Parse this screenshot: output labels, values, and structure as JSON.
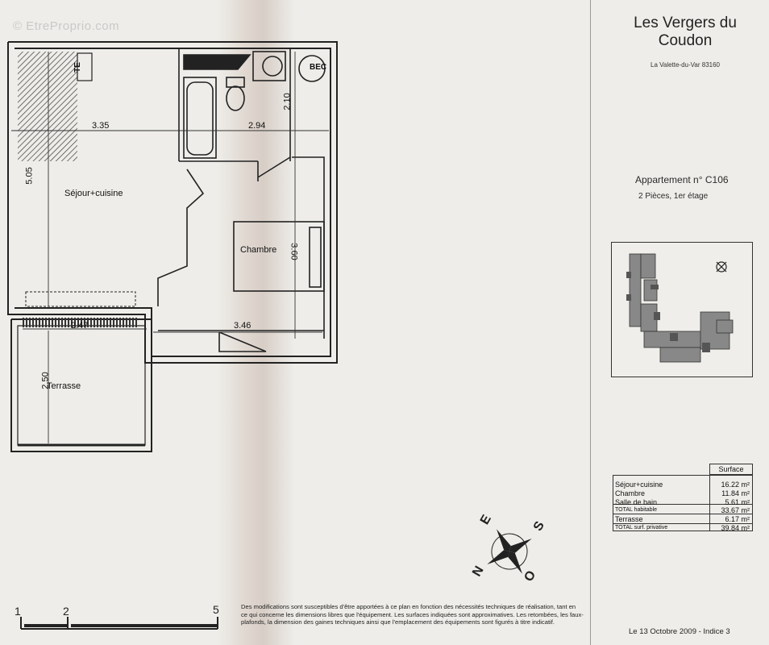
{
  "watermark": "© EtreProprio.com",
  "project": {
    "title_line1": "Les Vergers du",
    "title_line2": "Coudon",
    "address": "La Valette-du-Var 83160"
  },
  "apartment": {
    "label": "Appartement n° C106",
    "subtitle": "2 Pièces, 1er étage"
  },
  "plan": {
    "rooms": {
      "sejour": "Séjour+cuisine",
      "chambre": "Chambre",
      "terrasse": "Terrasse",
      "bec": "BEC",
      "te": "TE"
    },
    "dimensions": {
      "sejour_width": "3.35",
      "bath_width": "2.94",
      "sejour_height": "5.05",
      "bath_height": "2.10",
      "chambre_height": "3.60",
      "terrasse_width": "2.47",
      "chambre_width": "3.46",
      "terrasse_height": "2.50"
    }
  },
  "surface_table": {
    "header": "Surface",
    "rows": [
      {
        "label": "Séjour+cuisine",
        "value": "16.22 m²"
      },
      {
        "label": "Chambre",
        "value": "11.84 m²"
      },
      {
        "label": "Salle de bain",
        "value": "5.61 m²"
      },
      {
        "label": "TOTAL habitable",
        "value": "33.67 m²"
      },
      {
        "label": "Terrasse",
        "value": "6.17 m²"
      },
      {
        "label": "TOTAL surf. privative",
        "value": "39.84 m²"
      }
    ]
  },
  "compass": {
    "s": "S",
    "o": "O",
    "e": "E",
    "n": "N"
  },
  "scale": {
    "marks": [
      "1",
      "2",
      "5"
    ]
  },
  "note": "Des modifications sont susceptibles d'être apportées à ce plan en fonction des nécessités techniques de réalisation, tant en ce qui concerne les dimensions libres que l'équipement. Les surfaces indiquées sont approximatives. Les retombées, les faux-plafonds, la dimension des gaines techniques ainsi que l'emplacement des équipements sont figurés à titre indicatif.",
  "date": "Le 13 Octobre 2009 - Indice 3"
}
